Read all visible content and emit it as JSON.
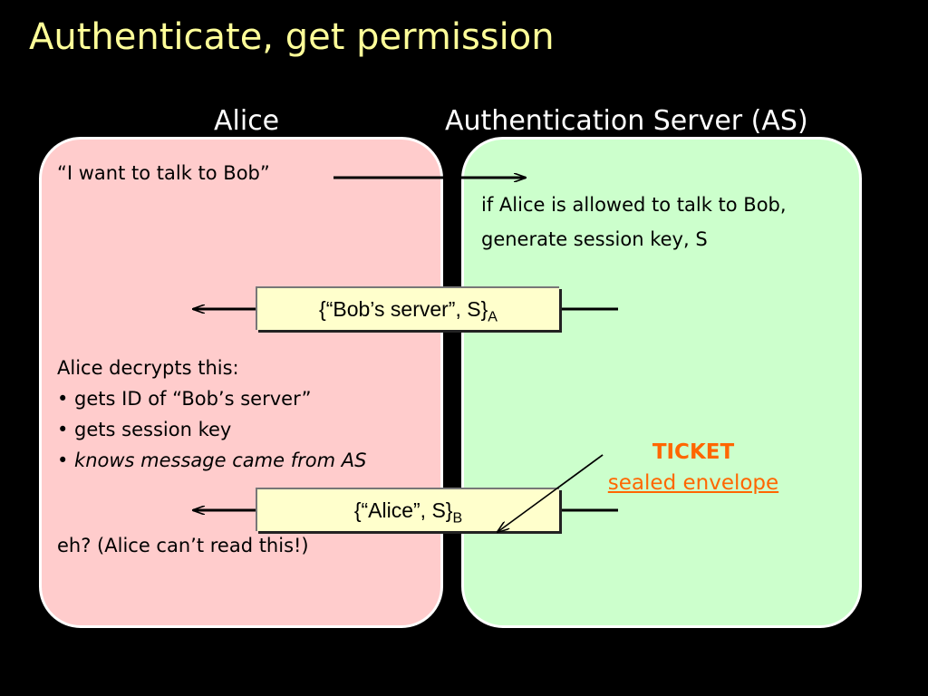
{
  "title": "Authenticate, get permission",
  "alice": {
    "heading": "Alice",
    "request": "“I want to talk to Bob”",
    "decrypt_title": "Alice decrypts this:",
    "bullets": [
      "• gets ID of “Bob’s server”",
      "• gets session key",
      "• knows message came from AS"
    ],
    "cant_read": "eh? (Alice can’t read this!)"
  },
  "server": {
    "heading": "Authentication Server (AS)",
    "check_line1": "if Alice is allowed to talk to Bob,",
    "check_line2": "generate session key, S"
  },
  "messages": [
    {
      "text": "{“Bob’s server”, S}",
      "subscript": "A"
    },
    {
      "text": "{“Alice”, S}",
      "subscript": "B"
    }
  ],
  "ticket": {
    "label": "TICKET",
    "description": "sealed envelope"
  },
  "colors": {
    "background": "#000000",
    "title": "#ffff99",
    "alice_panel": "#ffcccc",
    "server_panel": "#ccffcc",
    "message_box": "#ffffcc",
    "ticket": "#ff6600"
  }
}
